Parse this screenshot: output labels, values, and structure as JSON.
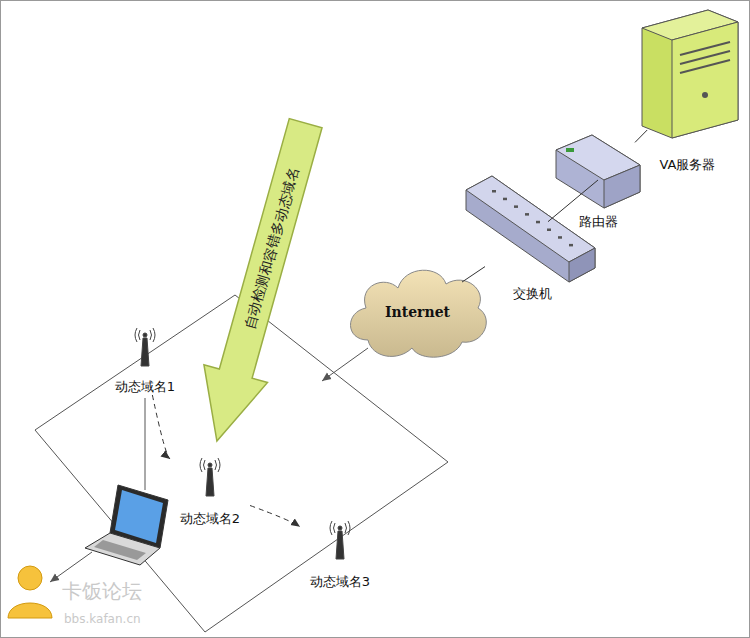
{
  "diagram": {
    "nodes": [
      {
        "text": [
          "VA服务器"
        ]
      },
      {
        "text": [
          "路由器"
        ]
      },
      {
        "text": [
          "交换机"
        ]
      },
      {
        "text": [
          "Internet"
        ]
      },
      {
        "text": [
          "动态域名1"
        ]
      },
      {
        "text": [
          "动态域名2"
        ]
      },
      {
        "text": [
          "动态域名3"
        ]
      },
      {
        "text": [
          "自动检测和容错多动态域名"
        ]
      }
    ],
    "edges": [
      {
        "from": 1,
        "to": 0,
        "arrow": "none"
      },
      {
        "from": 2,
        "to": 1,
        "arrow": "none"
      },
      {
        "from": 3,
        "to": 2,
        "arrow": "none"
      },
      {
        "from": 4,
        "to": 5,
        "arrow": "to"
      },
      {
        "from": 5,
        "to": 6,
        "arrow": "to"
      }
    ],
    "labels": [
      "卡饭论坛",
      "bbs.kafan.cn"
    ]
  }
}
